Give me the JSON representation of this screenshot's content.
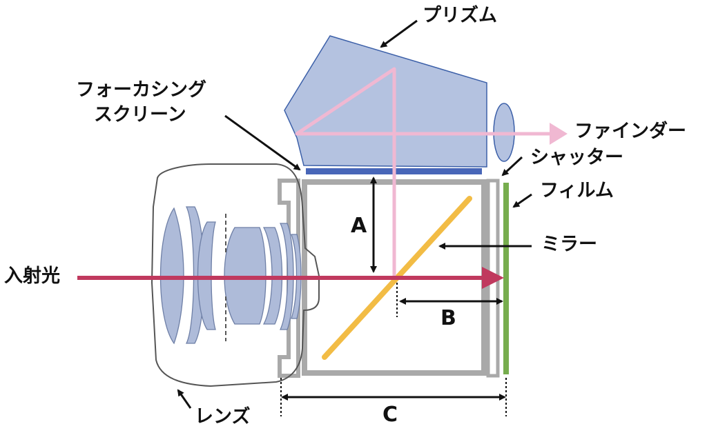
{
  "labels": {
    "prism": "プリズム",
    "focusing_screen_line1": "フォーカシング",
    "focusing_screen_line2": "スクリーン",
    "finder": "ファインダー",
    "shutter": "シャッター",
    "film": "フィルム",
    "mirror": "ミラー",
    "incident_light": "入射光",
    "lens": "レンズ"
  },
  "dimensions": {
    "a": "A",
    "b": "B",
    "c": "C"
  },
  "colors": {
    "prism_fill": "#b4c2e0",
    "prism_stroke": "#3b5fa8",
    "light_path": "#f0b8d2",
    "incident_arrow": "#c0395e",
    "mirror": "#f2bc45",
    "film": "#77ad4e",
    "focusing_screen": "#4866b8",
    "body_frame": "#a9a9a9",
    "lens_glass": "#aebbd9",
    "text": "#111111"
  }
}
